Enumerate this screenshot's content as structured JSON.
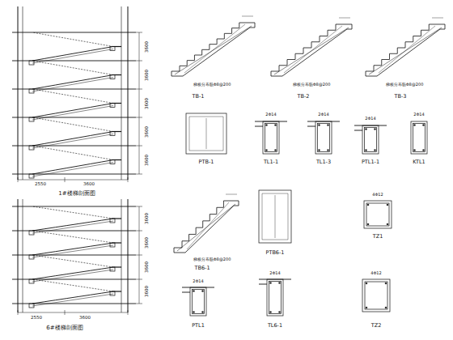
{
  "diagram": {
    "labels": [
      "1#楼梯剖面图",
      "2550",
      "3600",
      "3600",
      "3600",
      "3600",
      "3600",
      "3600",
      "TB-1",
      "梯板分布筋Φ8@200",
      "TB-2",
      "梯板分布筋Φ8@200",
      "TB-3",
      "梯板分布筋Φ8@200",
      "PTB-1",
      "TL1-1",
      "TL1-3",
      "PTL1-1",
      "KTL1",
      "2Φ14",
      "2Φ14",
      "2Φ14",
      "2Φ14",
      "6#楼梯剖面图",
      "2550",
      "3600",
      "3600",
      "3600",
      "3600",
      "3600",
      "TB6-1",
      "梯板分布筋Φ8@200",
      "PTB6-1",
      "TZ1",
      "4Φ12",
      "PTL1",
      "TL6-1",
      "TZ2",
      "4Φ12",
      "2Φ14",
      "2Φ14"
    ]
  }
}
